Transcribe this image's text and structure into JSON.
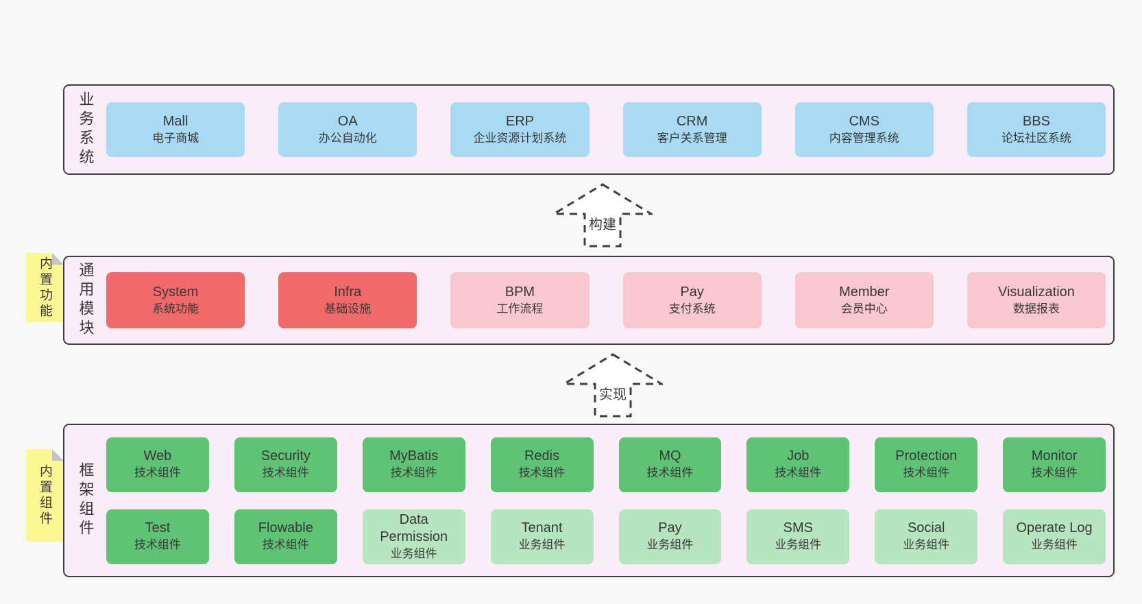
{
  "colors": {
    "page_bg": "#f8f8f8",
    "band_bg": "#f9edf7",
    "band_border": "#3f3f3f",
    "blue": "#a8dbf3",
    "red": "#f06a6a",
    "pink": "#f9c7d0",
    "green_dark": "#5fc376",
    "green_light": "#b7e5c0",
    "note_yellow": "#fbf793",
    "note_fold": "#c4c4c4",
    "text": "#383838"
  },
  "arrows": [
    {
      "label": "构建"
    },
    {
      "label": "实现"
    }
  ],
  "bands": [
    {
      "label": "业务系统",
      "boxes": [
        {
          "title": "Mall",
          "subtitle": "电子商城"
        },
        {
          "title": "OA",
          "subtitle": "办公自动化"
        },
        {
          "title": "ERP",
          "subtitle": "企业资源计划系统"
        },
        {
          "title": "CRM",
          "subtitle": "客户关系管理"
        },
        {
          "title": "CMS",
          "subtitle": "内容管理系统"
        },
        {
          "title": "BBS",
          "subtitle": "论坛社区系统"
        }
      ]
    },
    {
      "label": "通用模块",
      "note": "内置功能",
      "boxes": [
        {
          "title": "System",
          "subtitle": "系统功能"
        },
        {
          "title": "Infra",
          "subtitle": "基础设施"
        },
        {
          "title": "BPM",
          "subtitle": "工作流程"
        },
        {
          "title": "Pay",
          "subtitle": "支付系统"
        },
        {
          "title": "Member",
          "subtitle": "会员中心"
        },
        {
          "title": "Visualization",
          "subtitle": "数据报表"
        }
      ]
    },
    {
      "label": "框架组件",
      "note": "内置组件",
      "rows": [
        [
          {
            "title": "Web",
            "subtitle": "技术组件"
          },
          {
            "title": "Security",
            "subtitle": "技术组件"
          },
          {
            "title": "MyBatis",
            "subtitle": "技术组件"
          },
          {
            "title": "Redis",
            "subtitle": "技术组件"
          },
          {
            "title": "MQ",
            "subtitle": "技术组件"
          },
          {
            "title": "Job",
            "subtitle": "技术组件"
          },
          {
            "title": "Protection",
            "subtitle": "技术组件"
          },
          {
            "title": "Monitor",
            "subtitle": "技术组件"
          }
        ],
        [
          {
            "title": "Test",
            "subtitle": "技术组件"
          },
          {
            "title": "Flowable",
            "subtitle": "技术组件"
          },
          {
            "title": "Data Permission",
            "subtitle": "业务组件"
          },
          {
            "title": "Tenant",
            "subtitle": "业务组件"
          },
          {
            "title": "Pay",
            "subtitle": "业务组件"
          },
          {
            "title": "SMS",
            "subtitle": "业务组件"
          },
          {
            "title": "Social",
            "subtitle": "业务组件"
          },
          {
            "title": "Operate Log",
            "subtitle": "业务组件"
          }
        ]
      ]
    }
  ]
}
